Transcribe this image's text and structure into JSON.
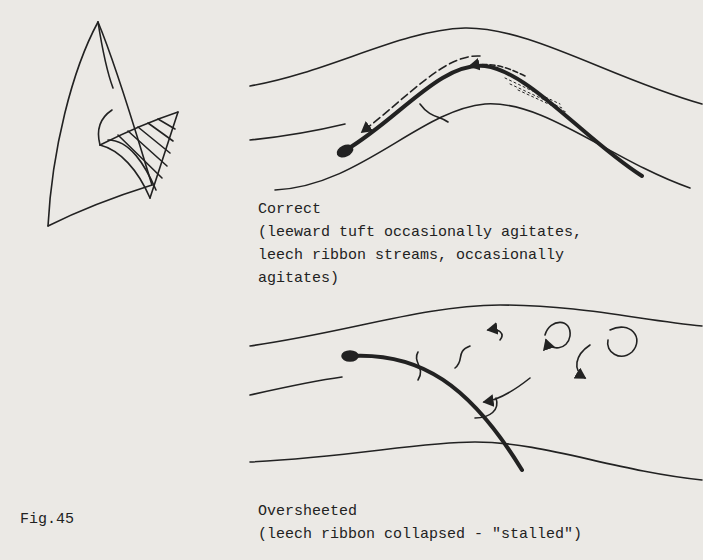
{
  "diagram": {
    "labels": [
      "Correct",
      "(leeward tuft occasionally agitates, leech ribbon streams, occasionally agitates)",
      "Oversheeted",
      "(leech ribbon collapsed - \"stalled\")",
      "Fig.45"
    ]
  }
}
